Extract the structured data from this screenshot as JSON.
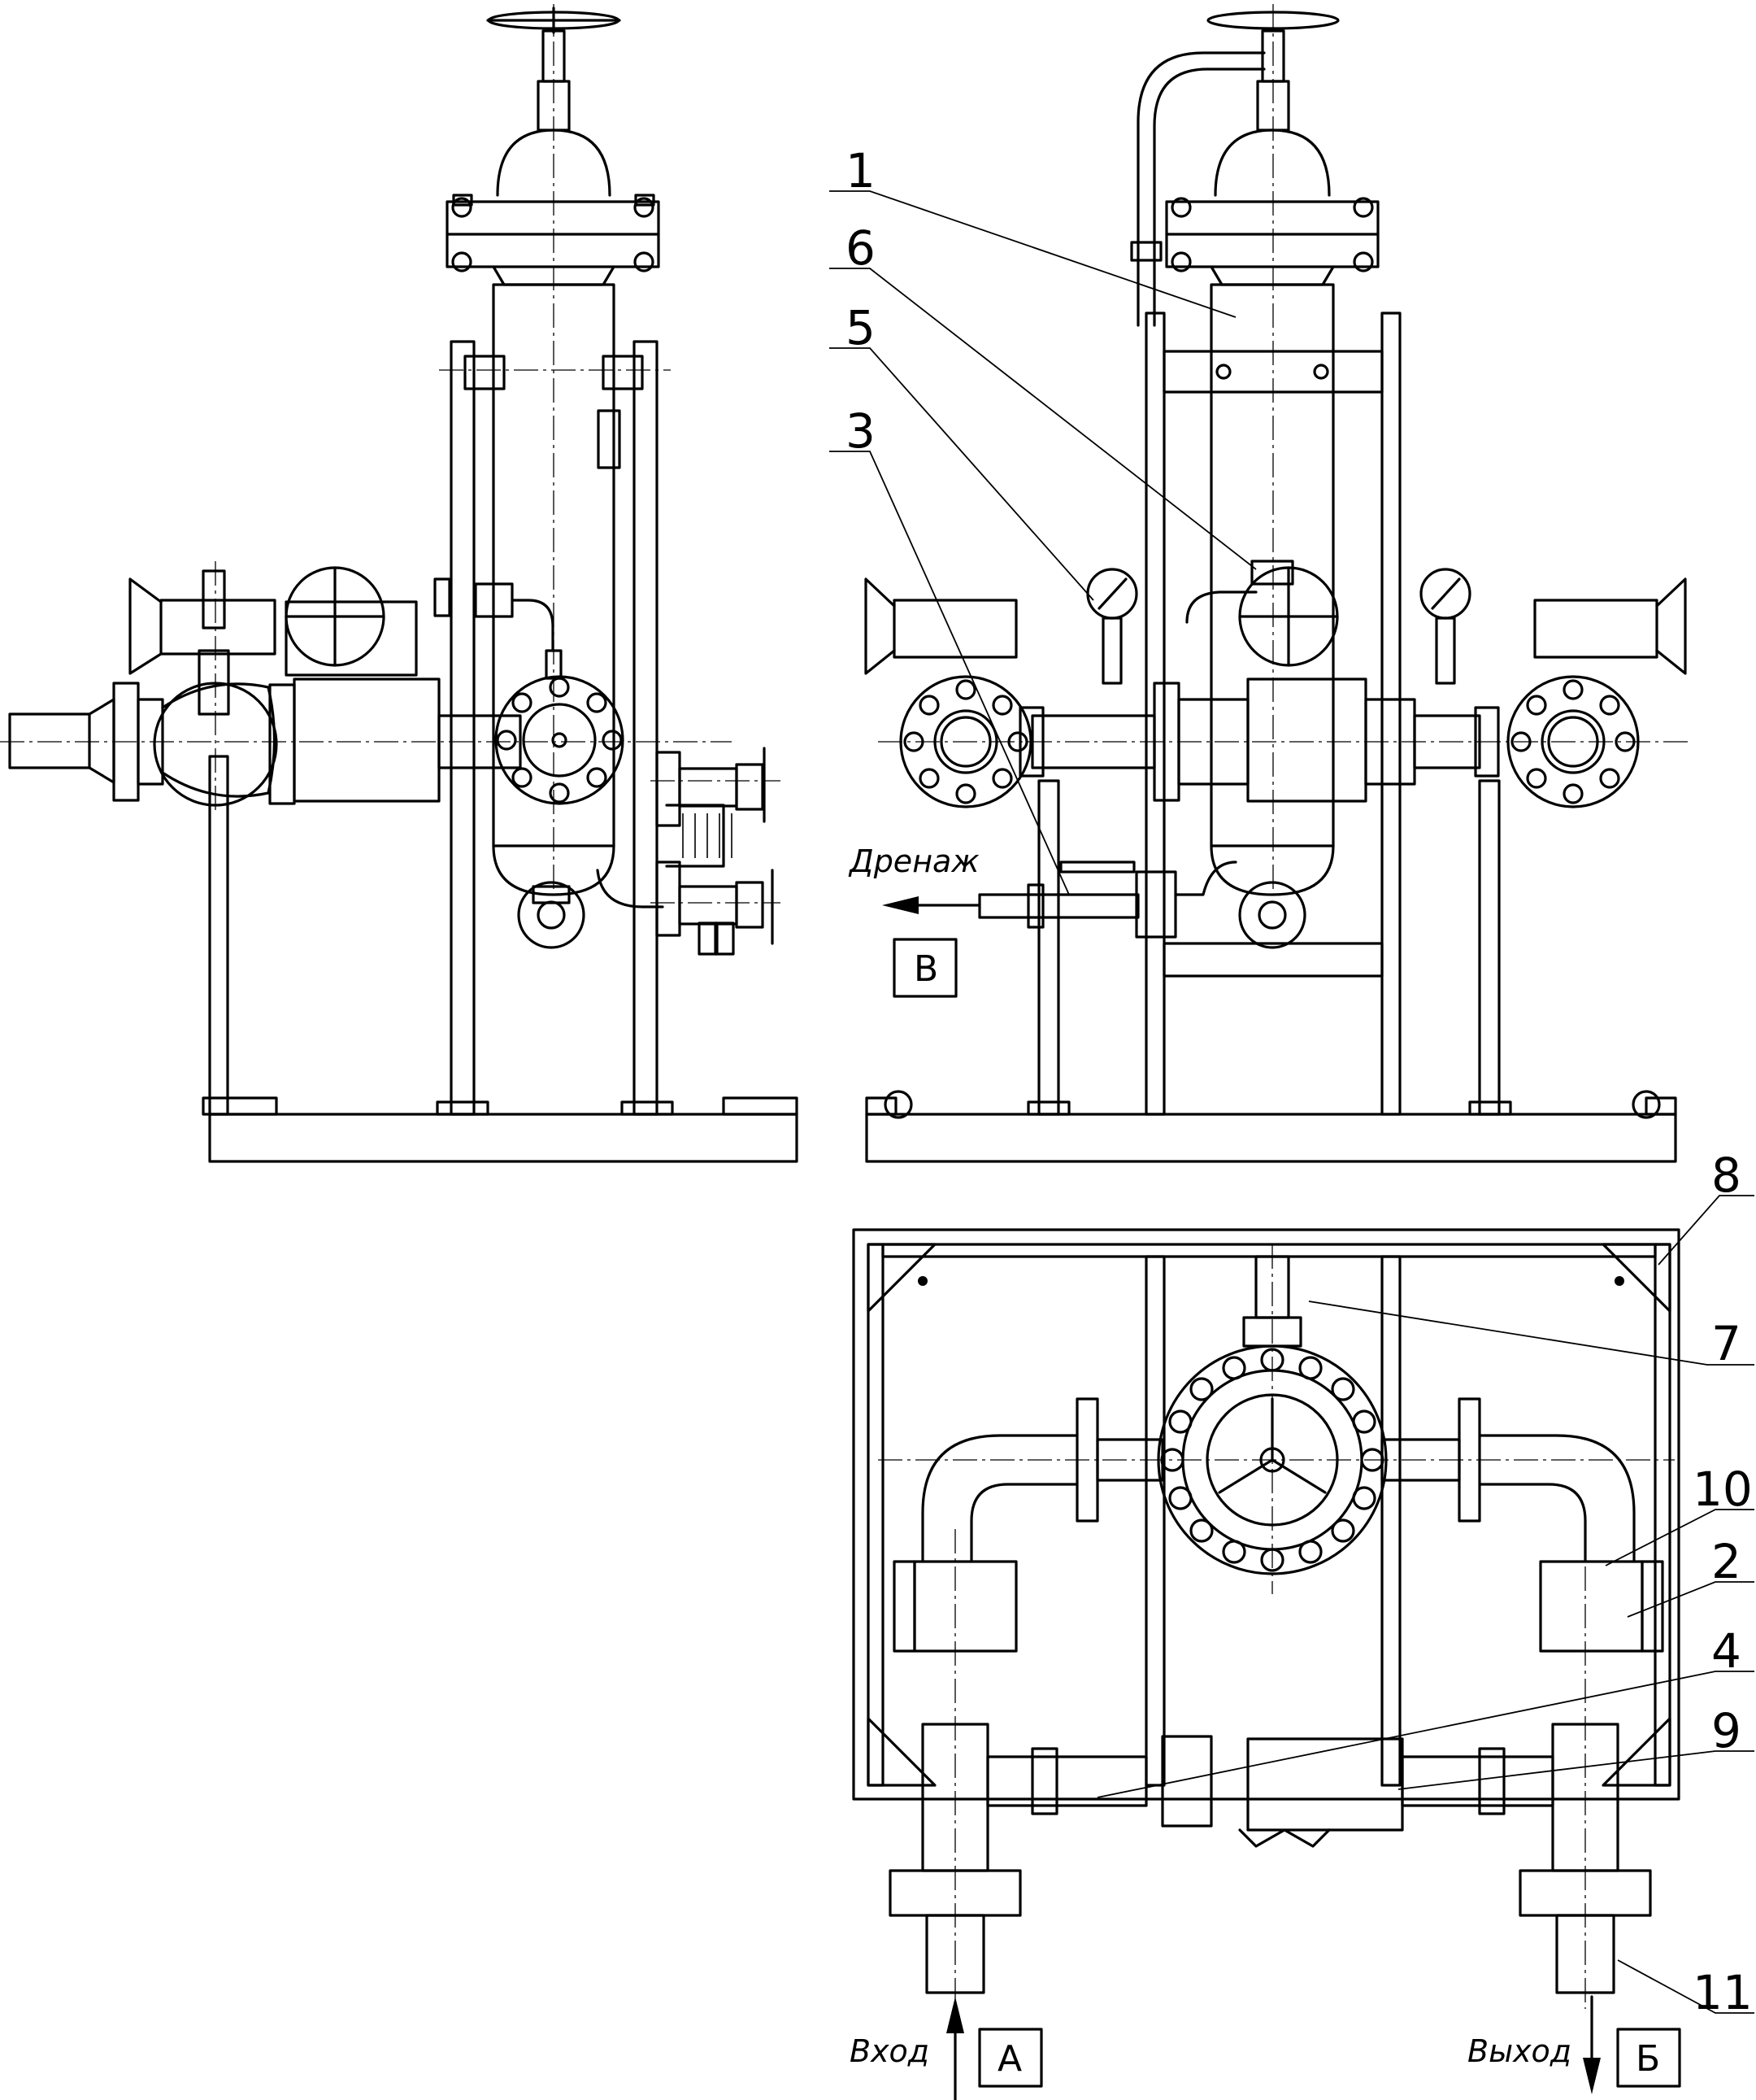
{
  "callouts": [
    "1",
    "6",
    "5",
    "3",
    "8",
    "7",
    "10",
    "2",
    "4",
    "9",
    "11"
  ],
  "drain": {
    "label": "Дренаж",
    "tag": "В"
  },
  "inlet": {
    "label": "Вход",
    "tag": "А"
  },
  "outlet": {
    "label": "Выход",
    "tag": "Б"
  }
}
